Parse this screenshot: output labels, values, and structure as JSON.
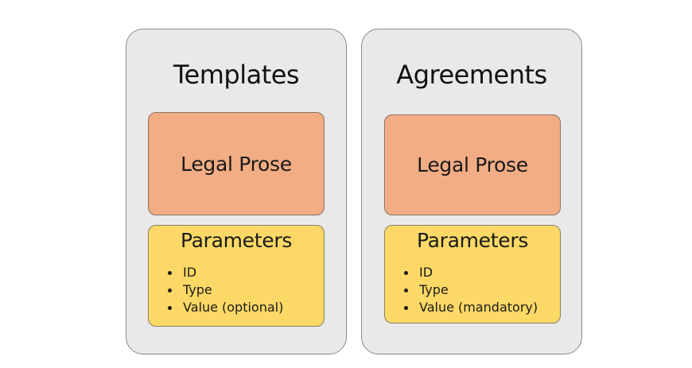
{
  "panels": [
    {
      "title": "Templates",
      "prose": "Legal Prose",
      "parameters": {
        "title": "Parameters",
        "items": [
          "ID",
          "Type",
          "Value (optional)"
        ]
      }
    },
    {
      "title": "Agreements",
      "prose": "Legal Prose",
      "parameters": {
        "title": "Parameters",
        "items": [
          "ID",
          "Type",
          "Value (mandatory)"
        ]
      }
    }
  ],
  "colors": {
    "panel_bg": "#e9e9e9",
    "prose_bg": "#f2ad85",
    "parameters_bg": "#fcd966"
  }
}
